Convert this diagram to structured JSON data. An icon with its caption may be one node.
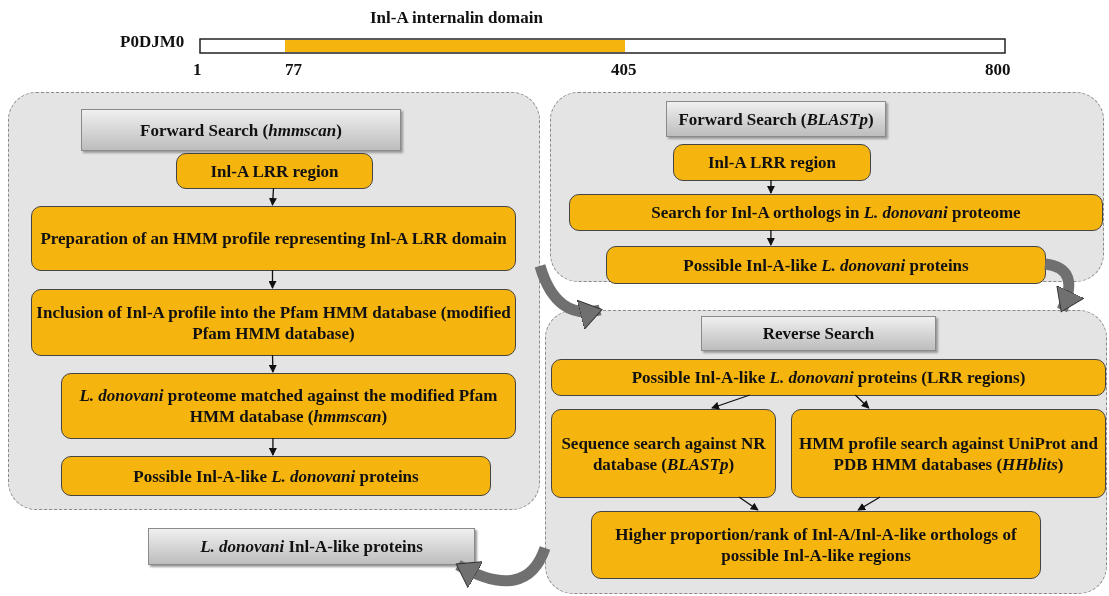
{
  "diagram": {
    "nodes": [
      {
        "text": [],
        "shape": "box"
      },
      {
        "text": [
          "Forward Search (*hmmscan*)"
        ],
        "in": 0
      },
      {
        "text": [
          "Inl-A LRR region"
        ],
        "in": 0
      },
      {
        "text": [
          "Preparation of an HMM profile representing Inl-A LRR domain"
        ],
        "in": 0
      },
      {
        "text": [
          "Inclusion of Inl-A profile  into the Pfam HMM database (modified  Pfam HMM database)"
        ],
        "in": 0
      },
      {
        "text": [
          "*L. donovani* proteome matched against  the modified  Pfam HMM database (*hmmscan*)"
        ],
        "in": 0
      },
      {
        "text": [
          "Possible Inl-A-like *L. donovani* proteins"
        ],
        "in": 0
      },
      {
        "text": [],
        "shape": "box"
      },
      {
        "text": [
          "Forward Search  (*BLASTp*)"
        ],
        "in": 7
      },
      {
        "text": [
          "Inl-A LRR region"
        ],
        "in": 7
      },
      {
        "text": [
          "Search for Inl-A orthologs in  *L. donovani* proteome"
        ],
        "in": 7
      },
      {
        "text": [
          "Possible Inl-A-like *L. donovani* proteins"
        ],
        "in": 7
      },
      {
        "text": [],
        "shape": "box"
      },
      {
        "text": [
          "Reverse Search"
        ],
        "in": 12
      },
      {
        "text": [
          "Possible Inl-A-like *L. donovani* proteins (LRR regions)"
        ],
        "in": 12
      },
      {
        "text": [
          "Sequence search against NR database (*BLASTp*)"
        ],
        "in": 12
      },
      {
        "text": [
          "HMM profile search against UniProt  and PDB HMM databases (*HHblits*)"
        ],
        "in": 12
      },
      {
        "text": [
          "Higher proportion/rank of  Inl-A/Inl-A-like orthologs of possible Inl-A-like regions"
        ],
        "in": 12
      },
      {
        "text": [
          "*L. donovani* Inl-A-like proteins"
        ]
      }
    ],
    "edges": [
      {
        "from": 2,
        "to": 3,
        "arrow": "to"
      },
      {
        "from": 3,
        "to": 4,
        "arrow": "to"
      },
      {
        "from": 4,
        "to": 5,
        "arrow": "to"
      },
      {
        "from": 5,
        "to": 6,
        "arrow": "to"
      },
      {
        "from": 9,
        "to": 10,
        "arrow": "to"
      },
      {
        "from": 10,
        "to": 11,
        "arrow": "to"
      },
      {
        "from": 14,
        "to": 15,
        "arrow": "to"
      },
      {
        "from": 14,
        "to": 16,
        "arrow": "to"
      },
      {
        "from": 15,
        "to": 17,
        "arrow": "to"
      },
      {
        "from": 16,
        "to": 17,
        "arrow": "to"
      },
      {
        "from": 0,
        "to": 12,
        "arrow": "to",
        "style": "thick",
        "color": "#707070"
      },
      {
        "from": 11,
        "to": 12,
        "arrow": "to",
        "style": "thick",
        "color": "#707070"
      },
      {
        "from": 12,
        "to": 18,
        "arrow": "to",
        "style": "thick",
        "color": "#707070"
      }
    ],
    "labels": [
      "Inl-A internalin domain",
      "P0DJM0",
      "1",
      "77",
      "405",
      "800"
    ]
  }
}
